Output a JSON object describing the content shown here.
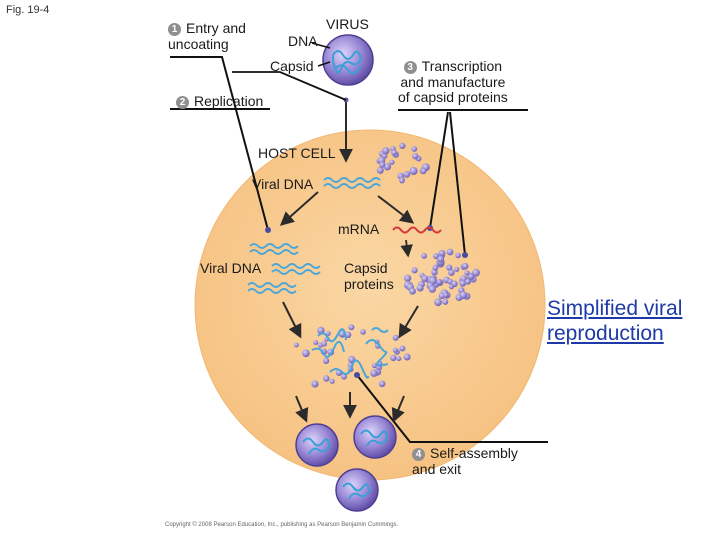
{
  "figure_label": "Fig. 19-4",
  "title": {
    "line1": "Simplified viral",
    "line2": "reproduction"
  },
  "steps": [
    {
      "number": "1",
      "line1": "Entry and",
      "line2": "uncoating"
    },
    {
      "number": "2",
      "line1": "Replication"
    },
    {
      "number": "3",
      "line1": "Transcription",
      "line2": "and manufacture",
      "line3": "of capsid proteins"
    },
    {
      "number": "4",
      "line1": "Self-assembly",
      "line2": "and exit"
    }
  ],
  "labels": {
    "virus": "VIRUS",
    "dna": "DNA",
    "capsid": "Capsid",
    "host_cell": "HOST CELL",
    "viral_dna_top": "Viral DNA",
    "viral_dna_left": "Viral DNA",
    "mrna": "mRNA",
    "capsid_proteins_line1": "Capsid",
    "capsid_proteins_line2": "proteins"
  },
  "copyright": "Copyright © 2008 Pearson Education, Inc., publishing as Pearson Benjamin Cummings.",
  "colors": {
    "cell_fill": "#f9cd92",
    "capsid_purple": "#8a78c4",
    "capsid_light": "#b7abe6",
    "dna_blue": "#4aa6d8",
    "mrna_red": "#d7383c",
    "arrow": "#2b2b2b",
    "link_blue": "#1f3aa8"
  }
}
